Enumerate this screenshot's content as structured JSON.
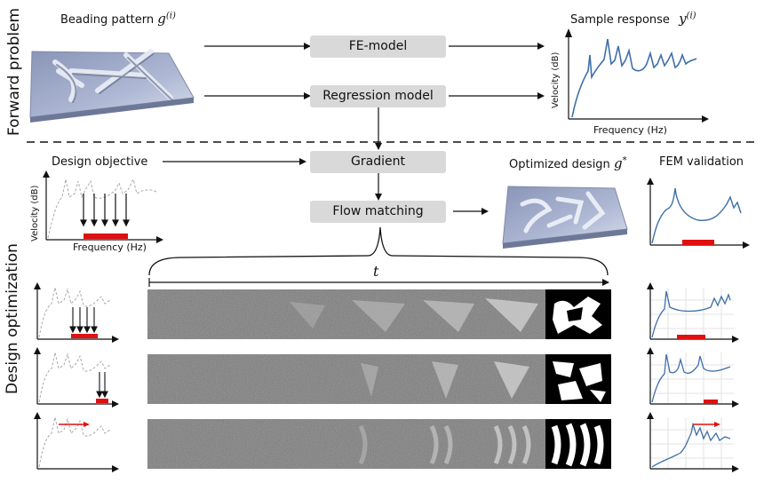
{
  "forward_problem_label": "Forward problem",
  "design_optimization_label": "Design optimization",
  "beading_pattern_label": "Beading pattern",
  "beading_pattern_symbol": "g",
  "beading_pattern_sup": "(i)",
  "sample_response_label": "Sample response",
  "sample_response_symbol": "y",
  "sample_response_sup": "(i)",
  "boxes": {
    "fe_model": "FE-model",
    "regression_model": "Regression model",
    "gradient": "Gradient",
    "flow_matching": "Flow matching"
  },
  "design_objective_label": "Design objective",
  "optimized_design_label": "Optimized design",
  "optimized_design_symbol": "g",
  "optimized_design_sup": "*",
  "fem_validation_label": "FEM validation",
  "axis_velocity": "Velocity (dB)",
  "axis_frequency": "Frequency (Hz)",
  "time_symbol": "t",
  "colors": {
    "curve": "#3f6fa8",
    "target": "#e01010",
    "box": "#d9d9d9",
    "plate": "#9aa6c6"
  }
}
